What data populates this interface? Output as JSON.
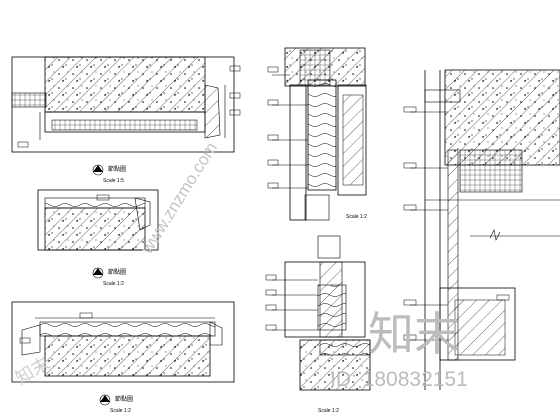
{
  "sheet": {
    "type": "cad-construction-detail-sheet",
    "line_color": "#000000",
    "hatch_color": "#000000",
    "background": "#ffffff"
  },
  "detail_labels": {
    "d1": {
      "title": "節點圖",
      "scale": "Scale 1:5"
    },
    "d2": {
      "title": "節點圖",
      "scale": "Scale 1:2"
    },
    "d3": {
      "title": "節點圖",
      "scale": "Scale 1:2"
    },
    "d4": {
      "scale": "Scale 1:2"
    },
    "d5": {
      "scale": "Scale 1:2"
    }
  },
  "watermark": {
    "diagonal_url": "www.znzmo.com",
    "logo_text": "知末",
    "id_text": "ID: 180832151",
    "color": "#b8b8b8"
  }
}
